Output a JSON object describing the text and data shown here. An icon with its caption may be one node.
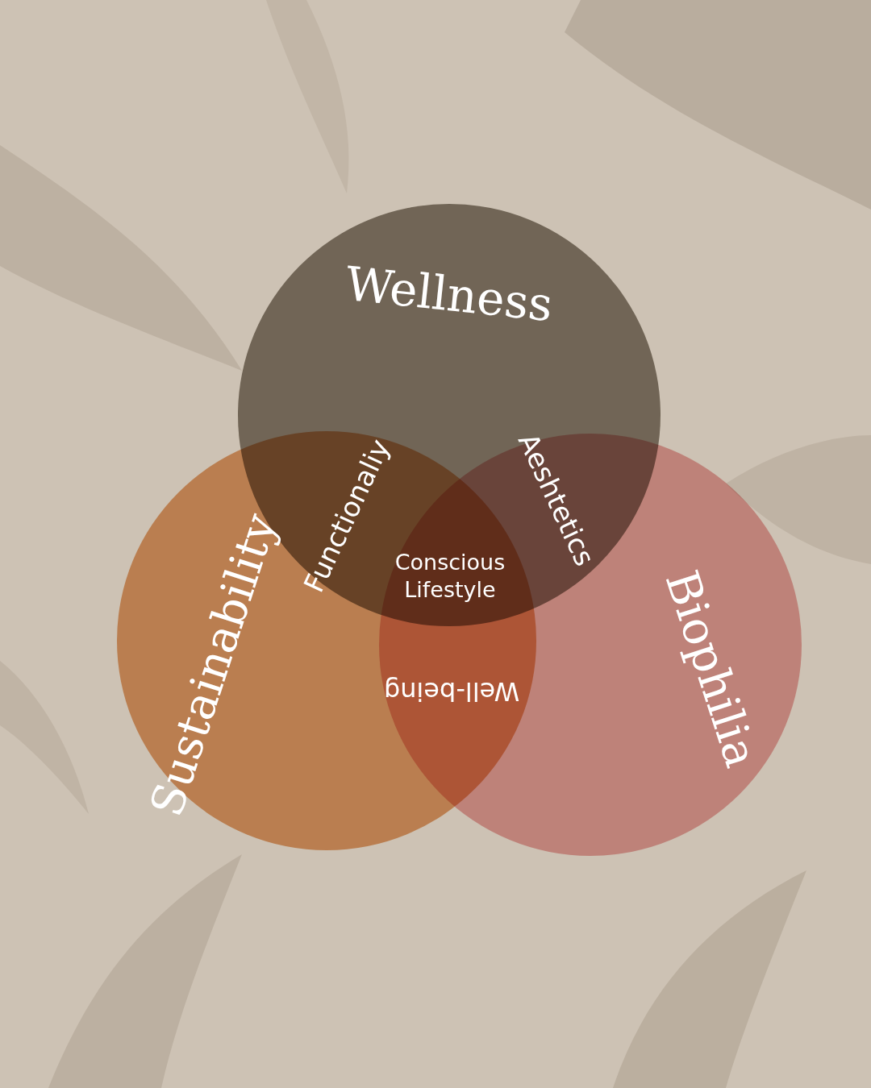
{
  "diagram": {
    "nodes": [
      {
        "text": [
          "Wellness"
        ]
      },
      {
        "text": [
          "Sustainability"
        ]
      },
      {
        "text": [
          "Biophilia"
        ]
      }
    ],
    "edges": [],
    "labels": [
      "Functionaliy",
      "Aeshtetics",
      "Conscious Lifestyle",
      "Well-being"
    ]
  }
}
